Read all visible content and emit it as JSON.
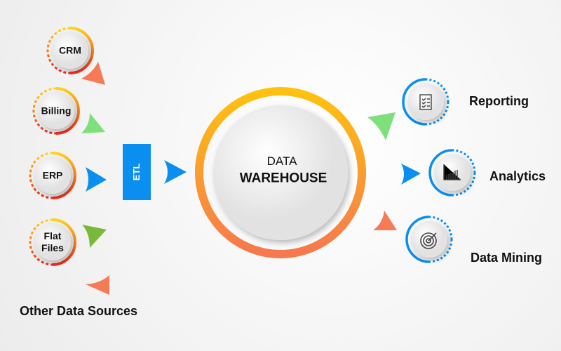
{
  "sources": [
    {
      "label": "CRM"
    },
    {
      "label": "Billing"
    },
    {
      "label": "ERP"
    },
    {
      "label": "Flat Files"
    }
  ],
  "other_sources": "Other Data Sources",
  "etl": "ETL",
  "warehouse": {
    "line1": "DATA",
    "line2": "WAREHOUSE"
  },
  "outputs": [
    {
      "label": "Reporting",
      "icon": "checklist-icon"
    },
    {
      "label": "Analytics",
      "icon": "bar-chart-icon"
    },
    {
      "label": "Data Mining",
      "icon": "target-icon"
    }
  ],
  "colors": {
    "blue": "#0a8ff0",
    "orange": "#f57a55",
    "green": "#7de07a",
    "dark_green": "#7ab83c",
    "yellow": "#ffc20e"
  }
}
